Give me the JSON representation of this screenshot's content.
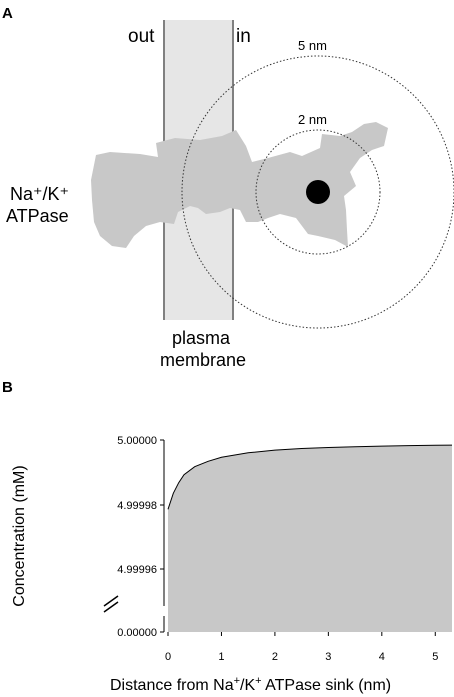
{
  "panel_a": {
    "letter": "A",
    "label_out": "out",
    "label_in": "in",
    "label_5nm": "5 nm",
    "label_2nm": "2 nm",
    "protein_label_line1": "Na⁺/K⁺",
    "protein_label_line2": "ATPase",
    "membrane_label_line1": "plasma",
    "membrane_label_line2": "membrane",
    "colors": {
      "protein": "#c8c8c8",
      "membrane": "#e6e6e6",
      "membrane_edge": "#808080",
      "sink": "#000000"
    }
  },
  "panel_b": {
    "letter": "B"
  },
  "chart_data": {
    "type": "area",
    "title": "",
    "xlabel_prefix": "Distance from Na",
    "xlabel_mid1": "+",
    "xlabel_mid2": "/K",
    "xlabel_mid3": "+",
    "xlabel_suffix": " ATPase sink (nm)",
    "ylabel": "Concentration (mM)",
    "x_ticks": [
      "0",
      "1",
      "2",
      "3",
      "4",
      "5"
    ],
    "y_ticks": [
      "5.00000",
      "4.99998",
      "4.99996",
      "0.00000"
    ],
    "xlim": [
      0,
      5.5
    ],
    "ylim_upper": [
      4.99994,
      5.0
    ],
    "axis_break": true,
    "x": [
      0.0,
      0.1,
      0.2,
      0.3,
      0.5,
      0.75,
      1.0,
      1.5,
      2.0,
      2.5,
      3.0,
      3.5,
      4.0,
      4.5,
      5.0,
      5.5
    ],
    "y": [
      4.999974,
      4.99998,
      4.999984,
      4.999987,
      4.99999,
      4.999992,
      4.9999935,
      4.9999952,
      4.9999962,
      4.9999968,
      4.9999972,
      4.9999975,
      4.9999977,
      4.9999979,
      4.999998,
      4.9999981
    ],
    "fill_color": "#c8c8c8",
    "grid": false
  }
}
